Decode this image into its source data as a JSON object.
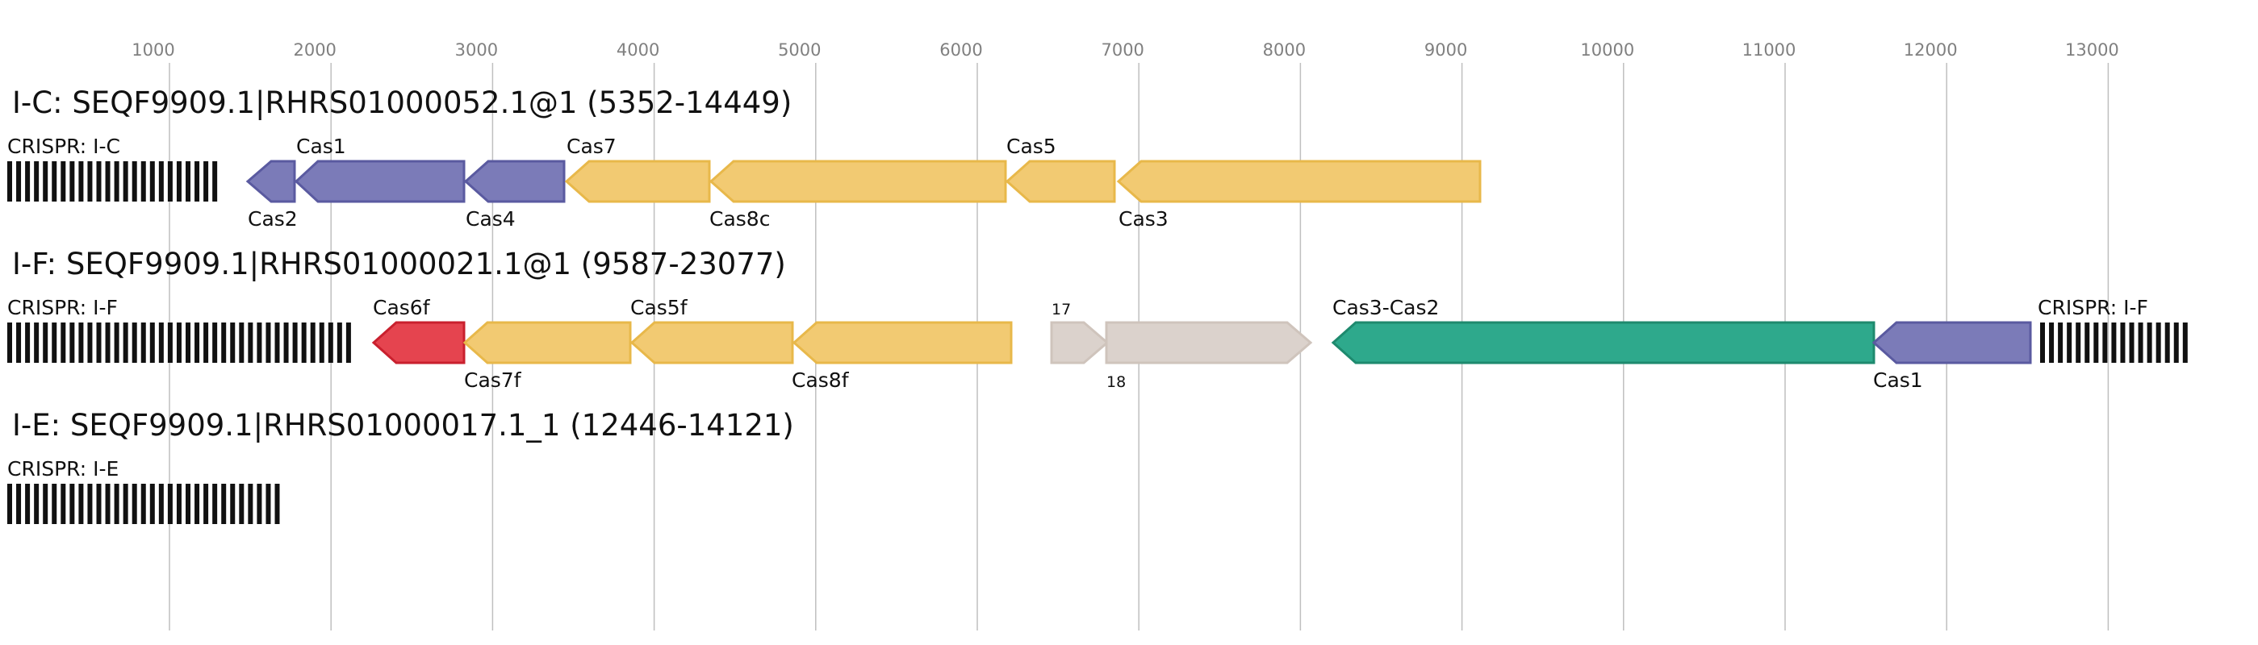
{
  "axis": {
    "ticks": [
      "1000",
      "2000",
      "3000",
      "4000",
      "5000",
      "6000",
      "7000",
      "8000",
      "9000",
      "10000",
      "11000",
      "12000",
      "13000"
    ]
  },
  "colors": {
    "purple": "#7b7bb8",
    "purple_stroke": "#5a5aa0",
    "yellow": "#f2ca72",
    "yellow_stroke": "#e8b84a",
    "red": "#e5444f",
    "red_stroke": "#c9202e",
    "green": "#2ea98c",
    "green_stroke": "#1e8a6e",
    "grey": "#dbd2cc",
    "grey_stroke": "#cfc4bc",
    "crispr": "#111111",
    "gridline": "#bfbfbf"
  },
  "tracks": [
    {
      "title": "I-C: SEQF9909.1|RHRS01000052.1@1 (5352-14449)",
      "crispr": [
        {
          "label": "CRISPR: I-C"
        }
      ],
      "genes": [
        {
          "label": "Cas2",
          "color": "purple"
        },
        {
          "label": "Cas1",
          "color": "purple"
        },
        {
          "label": "Cas4",
          "color": "purple"
        },
        {
          "label": "Cas7",
          "color": "yellow"
        },
        {
          "label": "Cas8c",
          "color": "yellow"
        },
        {
          "label": "Cas5",
          "color": "yellow"
        },
        {
          "label": "Cas3",
          "color": "yellow"
        }
      ]
    },
    {
      "title": "I-F: SEQF9909.1|RHRS01000021.1@1 (9587-23077)",
      "crispr": [
        {
          "label": "CRISPR: I-F"
        },
        {
          "label": "CRISPR: I-F"
        }
      ],
      "genes": [
        {
          "label": "Cas6f",
          "color": "red"
        },
        {
          "label": "Cas7f",
          "color": "yellow"
        },
        {
          "label": "Cas5f",
          "color": "yellow"
        },
        {
          "label": "Cas8f",
          "color": "yellow"
        },
        {
          "label": "17",
          "color": "grey"
        },
        {
          "label": "18",
          "color": "grey"
        },
        {
          "label": "Cas3-Cas2",
          "color": "green"
        },
        {
          "label": "Cas1",
          "color": "purple"
        }
      ]
    },
    {
      "title": "I-E: SEQF9909.1|RHRS01000017.1_1 (12446-14121)",
      "crispr": [
        {
          "label": "CRISPR: I-E"
        }
      ],
      "genes": []
    }
  ]
}
